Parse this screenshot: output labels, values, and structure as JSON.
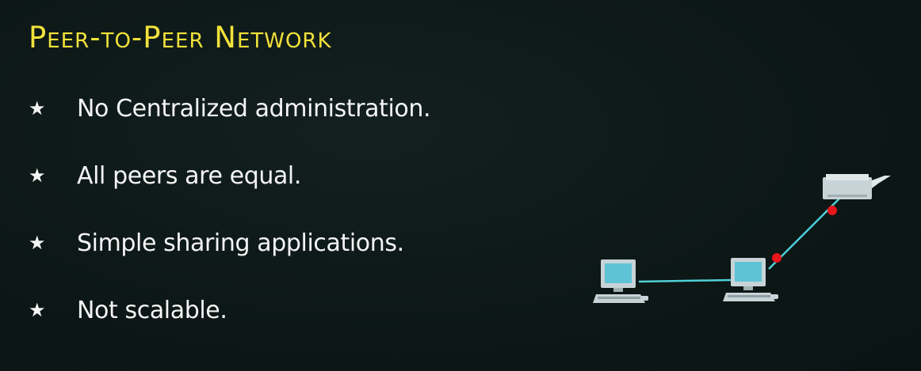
{
  "slide": {
    "title": "Peer-to-Peer Network",
    "bullets": [
      {
        "icon": "star-icon",
        "text": "No Centralized administration."
      },
      {
        "icon": "star-icon",
        "text": "All peers are equal."
      },
      {
        "icon": "star-icon",
        "text": "Simple sharing applications."
      },
      {
        "icon": "star-icon",
        "text": "Not scalable."
      }
    ]
  },
  "diagram": {
    "nodes": [
      {
        "icon": "pc-icon"
      },
      {
        "icon": "pc-icon"
      },
      {
        "icon": "printer-icon"
      }
    ],
    "colors": {
      "link": "#4fd0d6",
      "link_status_down": "#e8151b",
      "device_body": "#c7d3d6",
      "device_screen": "#5fc3d6"
    }
  }
}
